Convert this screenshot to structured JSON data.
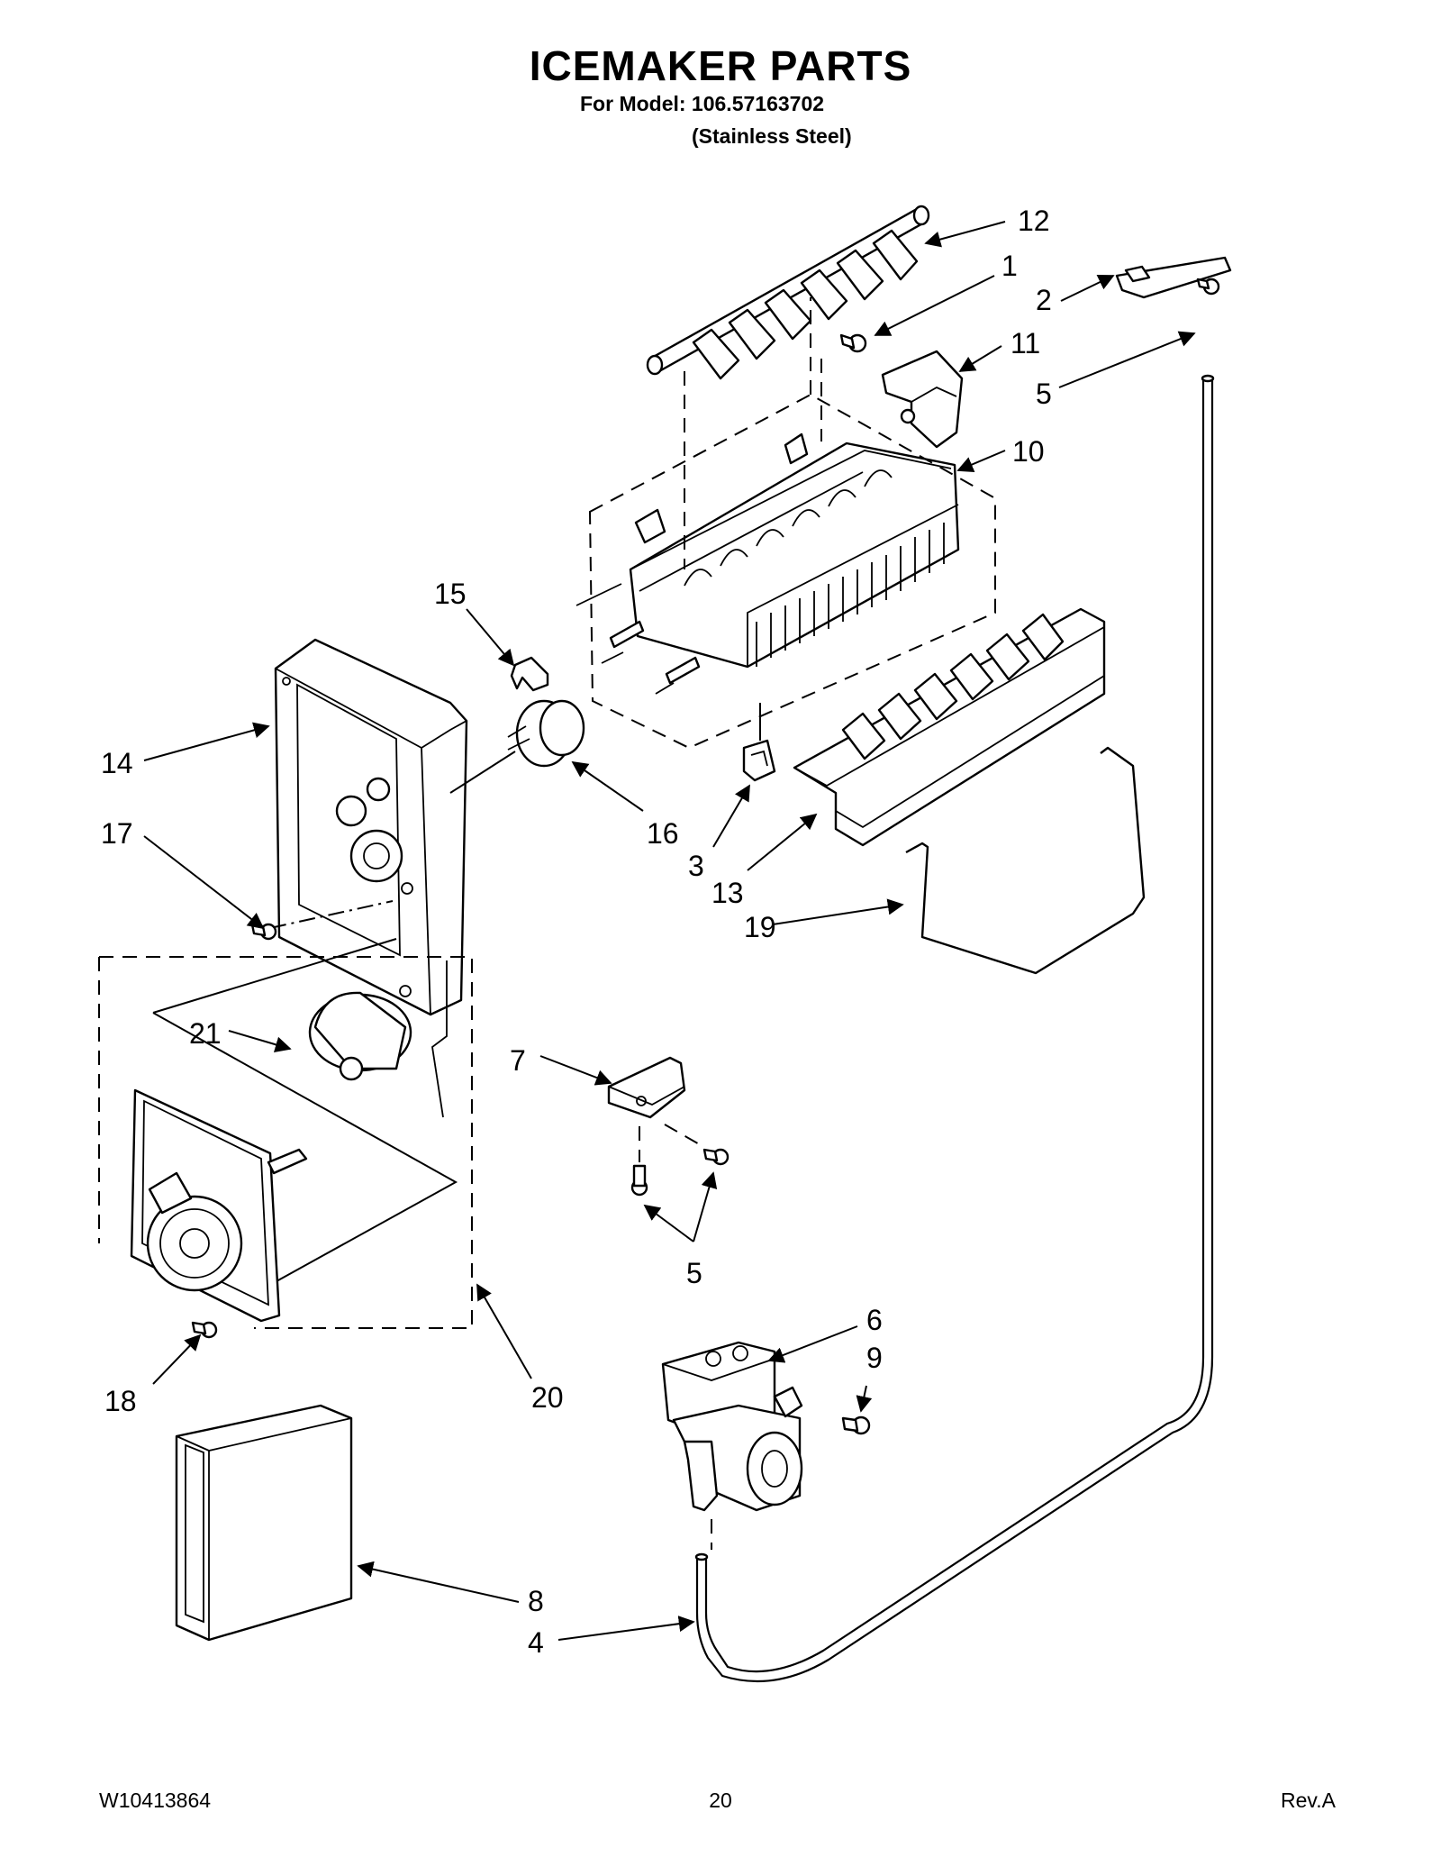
{
  "header": {
    "title": "ICEMAKER PARTS",
    "model_line": "For Model: 106.57163702",
    "finish_line": "(Stainless Steel)"
  },
  "callouts": {
    "c1": "1",
    "c2": "2",
    "c3": "3",
    "c4": "4",
    "c5a": "5",
    "c5b": "5",
    "c6": "6",
    "c7": "7",
    "c8": "8",
    "c9": "9",
    "c10": "10",
    "c11": "11",
    "c12": "12",
    "c13": "13",
    "c14": "14",
    "c15": "15",
    "c16": "16",
    "c17": "17",
    "c18": "18",
    "c19": "19",
    "c20": "20",
    "c21": "21"
  },
  "footer": {
    "doc_number": "W10413864",
    "page_number": "20",
    "revision": "Rev.A"
  }
}
